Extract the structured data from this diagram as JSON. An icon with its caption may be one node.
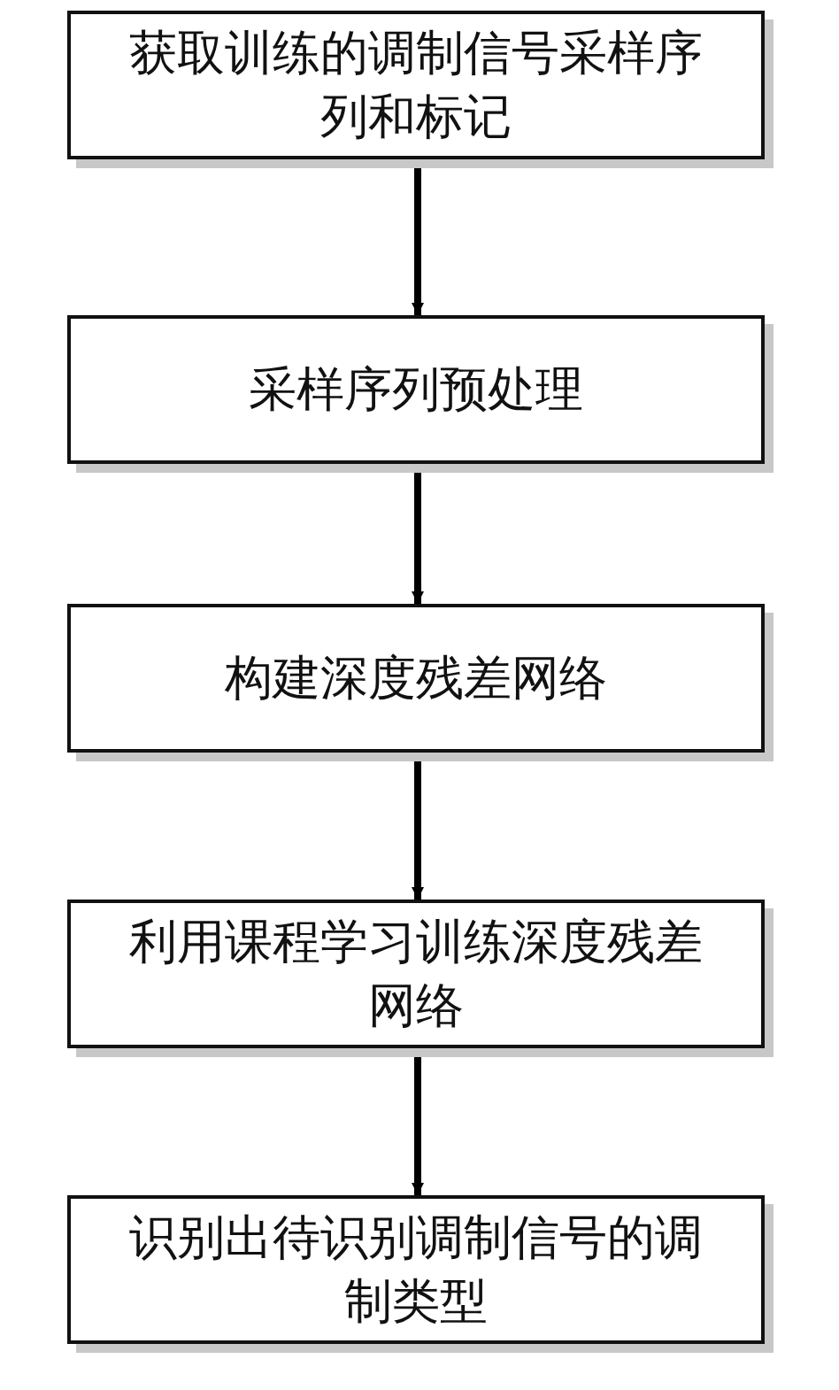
{
  "diagram": {
    "nodes": [
      {
        "text": [
          "获取训练的调制信号采样序列和标记"
        ]
      },
      {
        "text": [
          "采样序列预处理"
        ]
      },
      {
        "text": [
          "构建深度残差网络"
        ]
      },
      {
        "text": [
          "利用课程学习训练深度残差网络"
        ]
      },
      {
        "text": [
          "识别出待识别调制信号的调制类型"
        ]
      }
    ],
    "edges": [
      {
        "from": 0,
        "to": 1,
        "arrow": "to"
      },
      {
        "from": 1,
        "to": 2,
        "arrow": "to"
      },
      {
        "from": 2,
        "to": 3,
        "arrow": "to"
      },
      {
        "from": 3,
        "to": 4,
        "arrow": "to"
      }
    ]
  }
}
